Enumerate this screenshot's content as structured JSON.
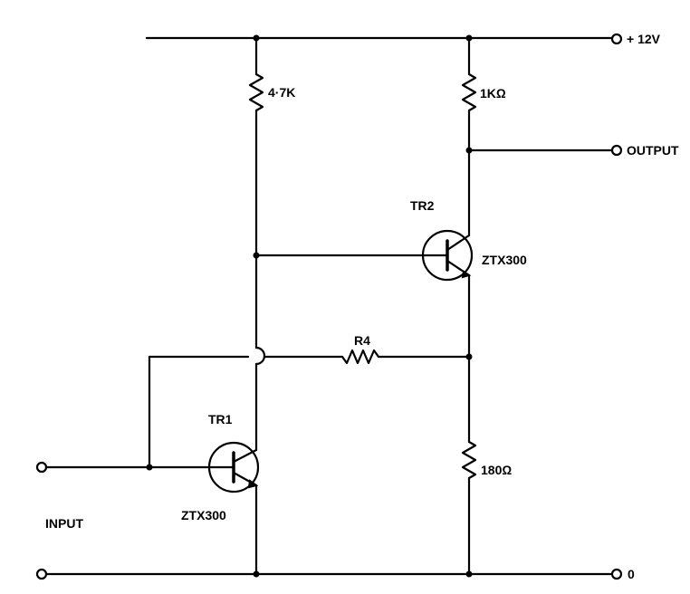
{
  "labels": {
    "supply": "+ 12V",
    "output": "OUTPUT",
    "ground": "0",
    "input": "INPUT",
    "r1": "4·7K",
    "r2": "1KΩ",
    "r3": "180Ω",
    "r4": "R4",
    "tr1": "TR1",
    "tr1_part": "ZTX300",
    "tr2": "TR2",
    "tr2_part": "ZTX300"
  },
  "colors": {
    "ink": "#000000",
    "background": "#ffffff"
  }
}
